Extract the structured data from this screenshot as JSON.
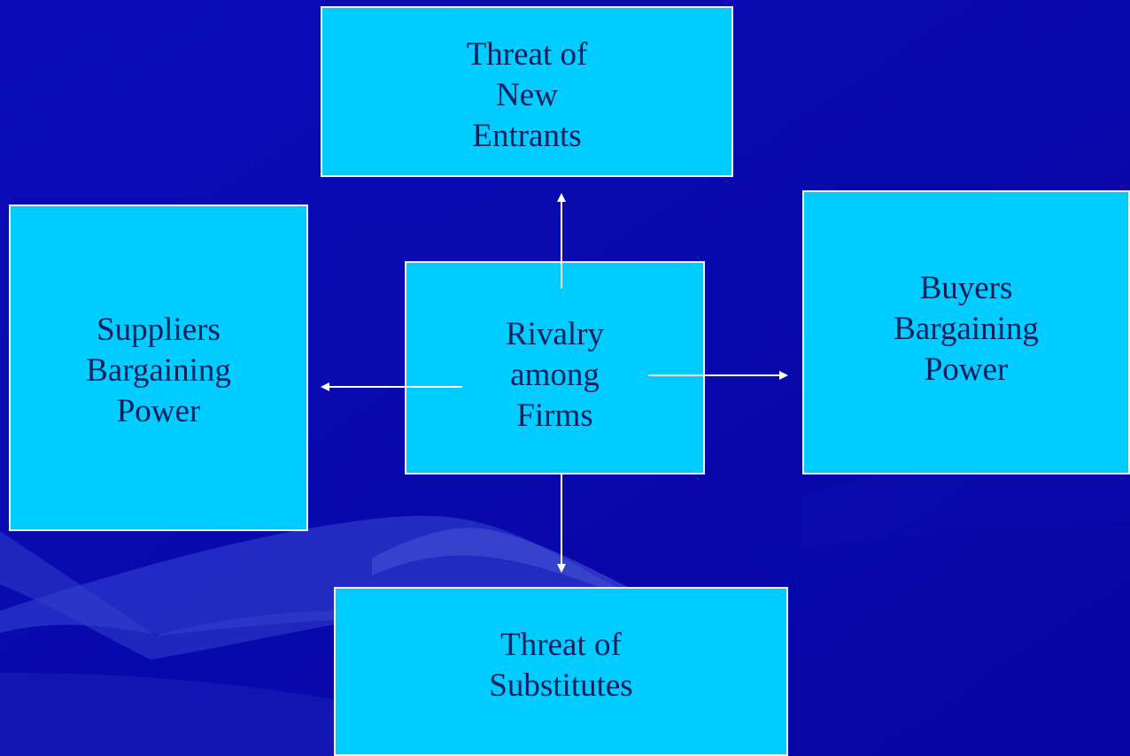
{
  "colors": {
    "background": "#0a0ab0",
    "box_fill": "#00ccff",
    "box_text": "#0b1f5a",
    "arrow": "#ffffff"
  },
  "diagram": {
    "top_box": "Threat of\nNew\nEntrants",
    "left_box": "Suppliers\nBargaining\nPower",
    "center_box": "Rivalry\namong\nFirms",
    "right_box": "Buyers\nBargaining\nPower",
    "bottom_box": "Threat of\nSubstitutes"
  }
}
